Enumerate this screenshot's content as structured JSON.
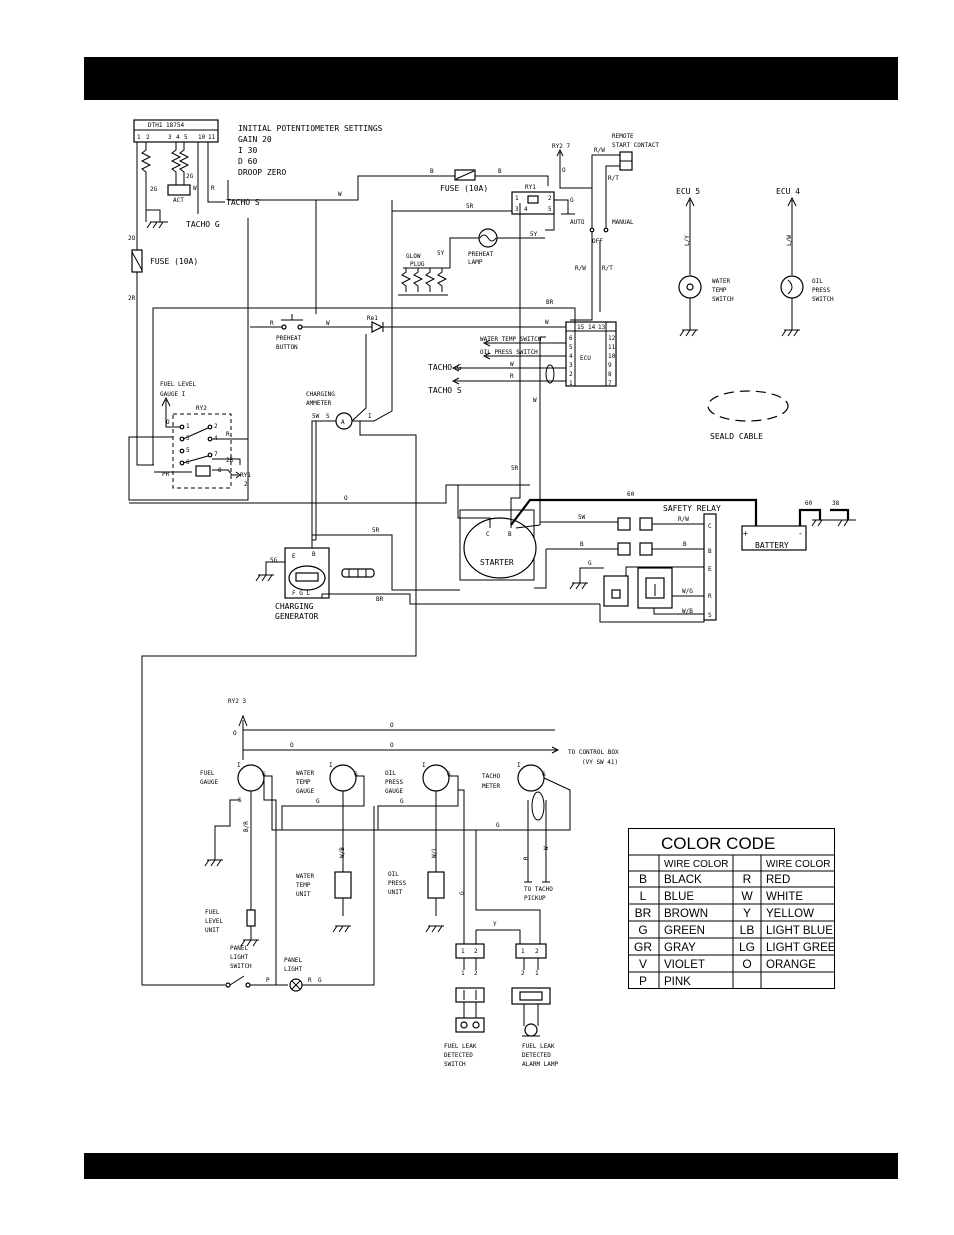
{
  "top_bar": {},
  "bottom_bar": {},
  "governor": {
    "id": "DTH1 18754",
    "terminals": [
      "1",
      "2",
      "3",
      "4",
      "5",
      "10",
      "11"
    ],
    "settings_title": "INITIAL POTENTIOMETER SETTINGS",
    "settings": [
      "GAIN  20",
      "I     30",
      "D     60",
      "DROOP ZERO"
    ],
    "act": "ACT",
    "wire_2g_a": "2G",
    "wire_2g_b": "2G",
    "wire_w": "W",
    "wire_r": "R",
    "tacho_s": "TACHO  S",
    "tacho_g": "TACHO  G"
  },
  "fuse_left": {
    "label": "FUSE (10A)",
    "wire_top": "2O",
    "wire_bottom": "2R"
  },
  "fuse_top": {
    "label": "FUSE (10A)",
    "wire_b1": "B",
    "wire_b2": "B"
  },
  "ry1": {
    "label": "RY1",
    "pins": [
      "1",
      "2",
      "3",
      "4",
      "5"
    ],
    "wire_5r": "5R",
    "wire_5y": "5Y",
    "wire_g": "G"
  },
  "ry2_top": {
    "label": "RY2  7",
    "wire_o": "O"
  },
  "remote": {
    "label1": "REMOTE",
    "label2": "START CONTACT",
    "wire_rw": "R/W",
    "wire_rt": "R/T"
  },
  "mode_switch": {
    "auto": "AUTO",
    "manual": "MANUAL",
    "off": "OFF",
    "wire_rw": "R/W",
    "wire_rt": "R/T"
  },
  "preheat_lamp": {
    "line1": "PREHEAT",
    "line2": "LAMP"
  },
  "glow_plug": {
    "line1": "GLOW",
    "line2": "PLUG"
  },
  "preheat_button": {
    "line1": "PREHEAT",
    "line2": "BUTTON",
    "wire_r": "R",
    "wire_w": "W"
  },
  "diode": {
    "label": "Re1"
  },
  "ecu_connector": {
    "label": "ECU",
    "top_pins": [
      "15",
      "14",
      "13"
    ],
    "left_pins": [
      "6",
      "5",
      "4",
      "3",
      "2",
      "1"
    ],
    "right_pins": [
      "12",
      "11",
      "10",
      "9",
      "8",
      "7"
    ],
    "water_temp_switch": "WATER TEMP SWITCH",
    "oil_press_switch": "OIL PRESS SWITCH",
    "tacho_g": "TACHO  G",
    "tacho_s": "TACHO  S",
    "wire_br": "BR",
    "wire_w": "W",
    "wire_w2": "W",
    "wire_r": "R"
  },
  "ecu_sensors": {
    "water": {
      "ecu": "ECU  5",
      "wire": "L/Y",
      "line1": "WATER",
      "line2": "TEMP",
      "line3": "SWITCH"
    },
    "oil": {
      "ecu": "ECU  4",
      "wire": "L/W",
      "line1": "OIL",
      "line2": "PRESS",
      "line3": "SWITCH"
    }
  },
  "sealed_cable": "SEALD CABLE",
  "fuel_level_relay": {
    "title1": "FUEL LEVEL",
    "title2": "GAUGE  I",
    "ry2": "RY2",
    "pins": [
      "1",
      "2",
      "3",
      "4",
      "5",
      "6",
      "7",
      "8"
    ],
    "wire_o": "O",
    "wire_r": "R",
    "wire_2r": "2R",
    "wire_pr": "PR",
    "ry1": "RY1",
    "ry1_pin": "2"
  },
  "charging_ammeter": {
    "line1": "CHARGING",
    "line2": "AMMETER",
    "symbol": "A",
    "wire_5w": "5W",
    "pin_s": "S",
    "pin_i": "I"
  },
  "charging_generator": {
    "line1": "CHARGING",
    "line2": "GENERATOR",
    "pin_e": "E",
    "pin_b": "B",
    "pins": "F G L",
    "wire_5g": "5G",
    "wire_br": "BR",
    "wire_o": "O",
    "wire_5r": "5R"
  },
  "starter": {
    "label": "STARTER",
    "pin_c": "C",
    "pin_b": "B",
    "wire_5r": "5R",
    "wire_w": "W"
  },
  "safety_relay": {
    "label": "SAFETY RELAY",
    "pins": [
      "C",
      "B",
      "E",
      "R",
      "S"
    ],
    "wire_rw": "R/W",
    "wire_b": "B",
    "wire_wg": "W/G",
    "wire_wb": "W/B",
    "wire_5w": "5W",
    "wire_b2": "B",
    "wire_g": "G",
    "wire_60": "60"
  },
  "battery": {
    "label": "BATTERY",
    "plus": "+",
    "minus": "-",
    "wire_60": "60",
    "wire_38": "38"
  },
  "gauges_panel": {
    "ry2": "RY2  3",
    "wire_o": "O",
    "wire_g": "G",
    "fuel_gauge": {
      "line1": "FUEL",
      "line2": "GAUGE"
    },
    "water_temp_gauge": {
      "line1": "WATER",
      "line2": "TEMP",
      "line3": "GAUGE"
    },
    "oil_press_gauge": {
      "line1": "OIL",
      "line2": "PRESS",
      "line3": "GAUGE"
    },
    "tacho_meter": {
      "line1": "TACHO",
      "line2": "METER"
    },
    "pin_i": "I",
    "pin_g": "G",
    "pin_s": "S",
    "to_control_box": "TO CONTROL BOX",
    "control_box_ref": "(VY SW 41)"
  },
  "lower_units": {
    "fuel_level_unit": {
      "line1": "FUEL",
      "line2": "LEVEL",
      "line3": "UNIT",
      "wire": "B/R"
    },
    "water_temp_unit": {
      "line1": "WATER",
      "line2": "TEMP",
      "line3": "UNIT",
      "wire": "W/B"
    },
    "oil_press_unit": {
      "line1": "OIL",
      "line2": "PRESS",
      "line3": "UNIT",
      "wire": "W/L"
    },
    "to_tacho_pickup": {
      "line1": "TO TACHO",
      "line2": "PICKUP",
      "wire_r": "R",
      "wire_w": "W"
    },
    "panel_light_switch": {
      "line1": "PANEL",
      "line2": "LIGHT",
      "line3": "SWITCH"
    },
    "panel_light": {
      "line1": "PANEL",
      "line2": "LIGHT",
      "wire_p": "P",
      "wire_r": "R",
      "wire_g": "G"
    },
    "fuel_leak_switch": {
      "line1": "FUEL LEAK",
      "line2": "DETECTED",
      "line3": "SWITCH"
    },
    "fuel_leak_lamp": {
      "line1": "FUEL LEAK",
      "line2": "DETECTED",
      "line3": "ALARM LAMP"
    },
    "wire_y": "Y",
    "wire_g": "G",
    "connector_pins": [
      "1",
      "2"
    ]
  },
  "color_code": {
    "title": "COLOR CODE",
    "header": "WIRE COLOR",
    "rows": [
      {
        "c1": "B",
        "n1": "BLACK",
        "c2": "R",
        "n2": "RED"
      },
      {
        "c1": "L",
        "n1": "BLUE",
        "c2": "W",
        "n2": "WHITE"
      },
      {
        "c1": "BR",
        "n1": "BROWN",
        "c2": "Y",
        "n2": "YELLOW"
      },
      {
        "c1": "G",
        "n1": "GREEN",
        "c2": "LB",
        "n2": "LIGHT BLUE"
      },
      {
        "c1": "GR",
        "n1": "GRAY",
        "c2": "LG",
        "n2": "LIGHT GREEN"
      },
      {
        "c1": "V",
        "n1": "VIOLET",
        "c2": "O",
        "n2": "ORANGE"
      },
      {
        "c1": "P",
        "n1": "PINK",
        "c2": "",
        "n2": ""
      }
    ]
  }
}
